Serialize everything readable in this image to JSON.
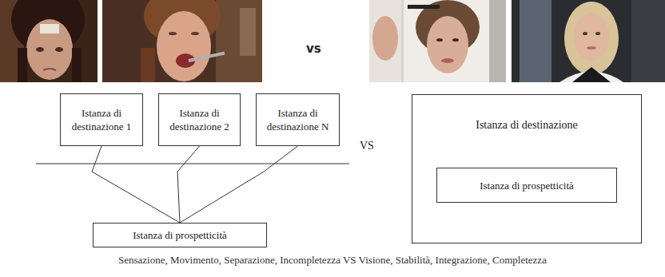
{
  "diagram": {
    "caption": "Sensazione, Movimento, Separazione, Incompletezza VS Visione, Stabilità, Integrazione, Completezza",
    "nodes": [
      {
        "text": [
          "Istanza di destinazione 1"
        ]
      },
      {
        "text": [
          "Istanza di destinazione 2"
        ]
      },
      {
        "text": [
          "Istanza di destinazione N"
        ]
      },
      {
        "text": [
          "Istanza di prospetticità"
        ]
      },
      {
        "text": [
          "Istanza di destinazione"
        ]
      },
      {
        "text": [
          "Istanza di prospetticità"
        ],
        "in": 4
      }
    ],
    "edges": [
      {
        "from": 0,
        "to": 3,
        "arrow": "none"
      },
      {
        "from": 1,
        "to": 3,
        "arrow": "none"
      },
      {
        "from": 2,
        "to": 3,
        "arrow": "none"
      }
    ],
    "labels": [
      "vs",
      "VS"
    ]
  }
}
